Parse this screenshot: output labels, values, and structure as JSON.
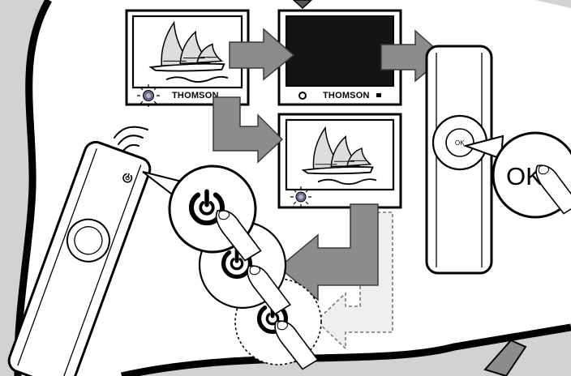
{
  "diagram": {
    "tv_brand": "THOMSON",
    "ok_button_label": "OK",
    "ok_callout_label": "OK",
    "colors": {
      "background_gray": "#d2d2d2",
      "arrow_gray": "#8c8c8c",
      "arrow_outline": "#3a3a3a",
      "standby_led": "#6a6a8a",
      "line": "#000000",
      "screen_off": "#141414"
    },
    "icons": [
      "tv-picture-icon",
      "tv-screen-off-icon",
      "remote-control-icon",
      "power-button-icon",
      "finger-icon",
      "standby-led-icon",
      "signal-waves-icon",
      "arrow-right-icon",
      "arrow-down-icon"
    ]
  }
}
